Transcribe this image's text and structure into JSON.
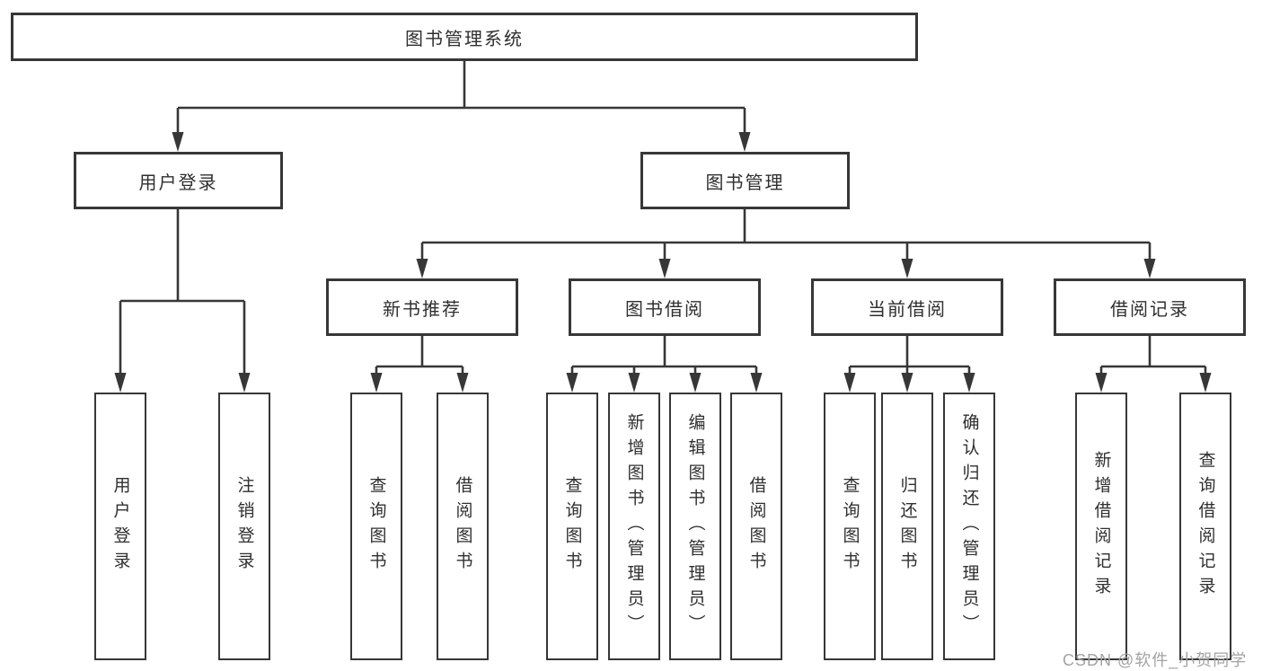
{
  "diagram": {
    "title": "图书管理系统",
    "root": {
      "label": "图书管理系统"
    },
    "branches": [
      {
        "label": "用户登录",
        "children": [
          {
            "label": "用户登录"
          },
          {
            "label": "注销登录"
          }
        ]
      },
      {
        "label": "图书管理",
        "children": [
          {
            "label": "新书推荐",
            "children": [
              {
                "label": "查询图书"
              },
              {
                "label": "借阅图书"
              }
            ]
          },
          {
            "label": "图书借阅",
            "children": [
              {
                "label": "查询图书"
              },
              {
                "label": "新增图书（管理员）"
              },
              {
                "label": "编辑图书（管理员）"
              },
              {
                "label": "借阅图书"
              }
            ]
          },
          {
            "label": "当前借阅",
            "children": [
              {
                "label": "查询图书"
              },
              {
                "label": "归还图书"
              },
              {
                "label": "确认归还（管理员）"
              }
            ]
          },
          {
            "label": "借阅记录",
            "children": [
              {
                "label": "新增借阅记录"
              },
              {
                "label": "查询借阅记录"
              }
            ]
          }
        ]
      }
    ]
  },
  "watermark": {
    "text": "CSDN @软件_小贺同学"
  },
  "colors": {
    "line": "#373737",
    "text": "#2f2f2f",
    "watermark": "#a3a3a3",
    "background": "#ffffff"
  }
}
